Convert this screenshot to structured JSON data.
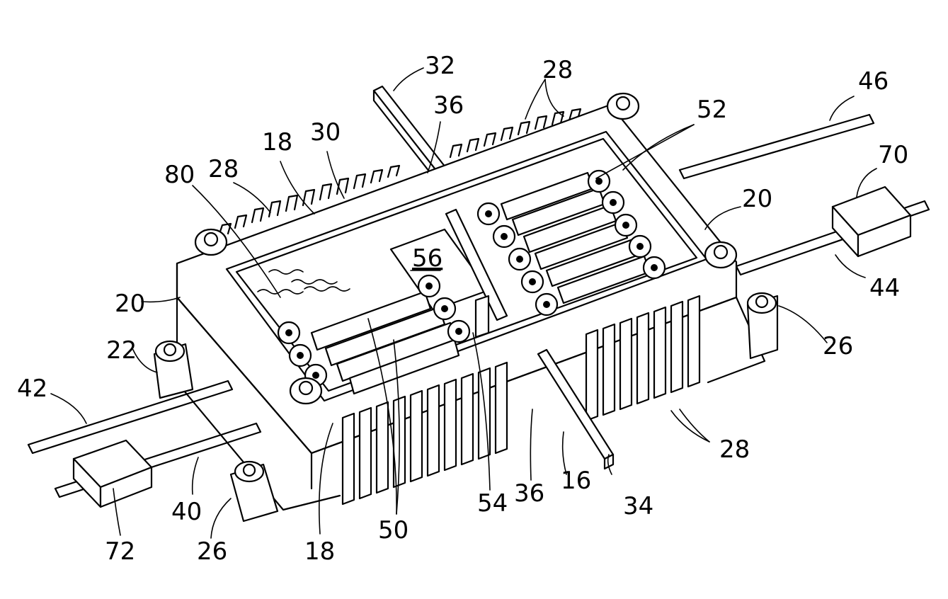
{
  "labels": {
    "l32": "32",
    "l28_top": "28",
    "l46": "46",
    "l36_top": "36",
    "l52": "52",
    "l30": "30",
    "l18_top": "18",
    "l70": "70",
    "l80": "80",
    "l28_left": "28",
    "l20_right": "20",
    "l56": "56",
    "l44": "44",
    "l20_left": "20",
    "l26_right": "26",
    "l22": "22",
    "l42": "42",
    "l28_bottom": "28",
    "l34": "34",
    "l16": "16",
    "l36_bottom": "36",
    "l54": "54",
    "l40": "40",
    "l50": "50",
    "l18_bottom": "18",
    "l26_bottom": "26",
    "l72": "72"
  }
}
